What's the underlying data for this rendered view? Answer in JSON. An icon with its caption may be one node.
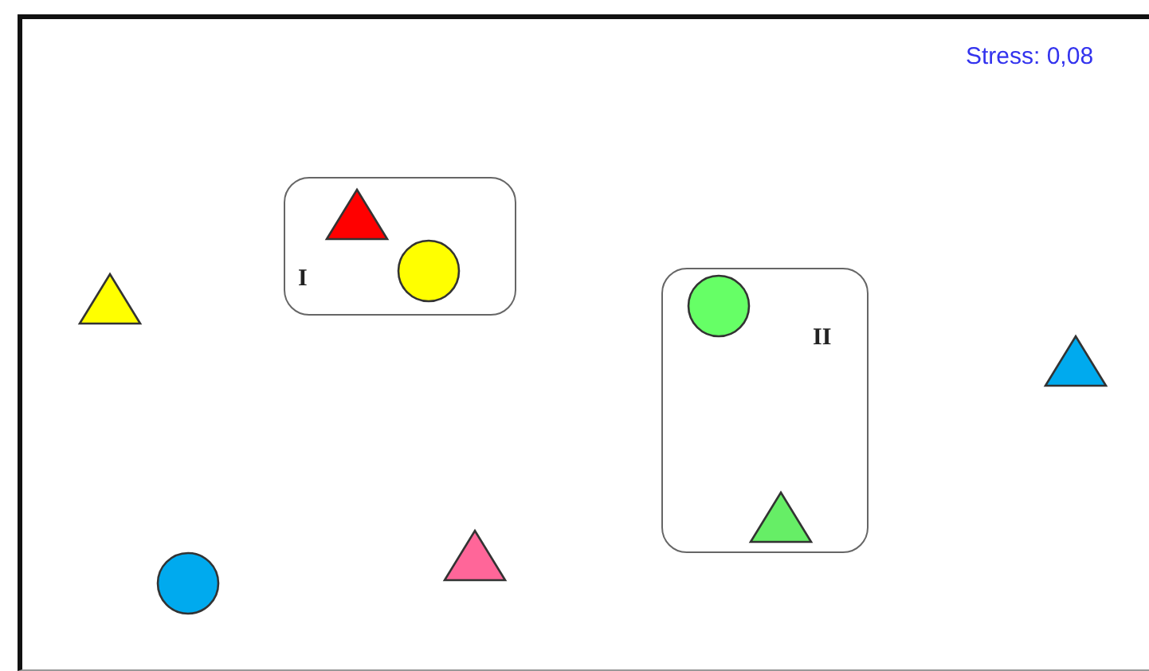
{
  "diagram": {
    "nodes": [
      {
        "text": [
          "I"
        ]
      },
      {
        "text": [
          "II"
        ]
      }
    ],
    "labels": [
      "Stress: 0,08"
    ]
  }
}
